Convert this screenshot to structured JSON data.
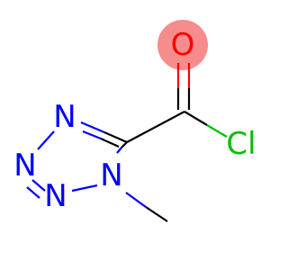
{
  "molecule": {
    "atoms": {
      "o_carbonyl": "O",
      "cl": "Cl",
      "n4": "N",
      "n3": "N",
      "n2": "N",
      "n1": "N"
    },
    "colors": {
      "oxygen": "#ff0000",
      "oxygen_highlight": "#f78c8c",
      "chlorine": "#00bf00",
      "nitrogen": "#0000ff",
      "carbon": "#000000"
    }
  }
}
